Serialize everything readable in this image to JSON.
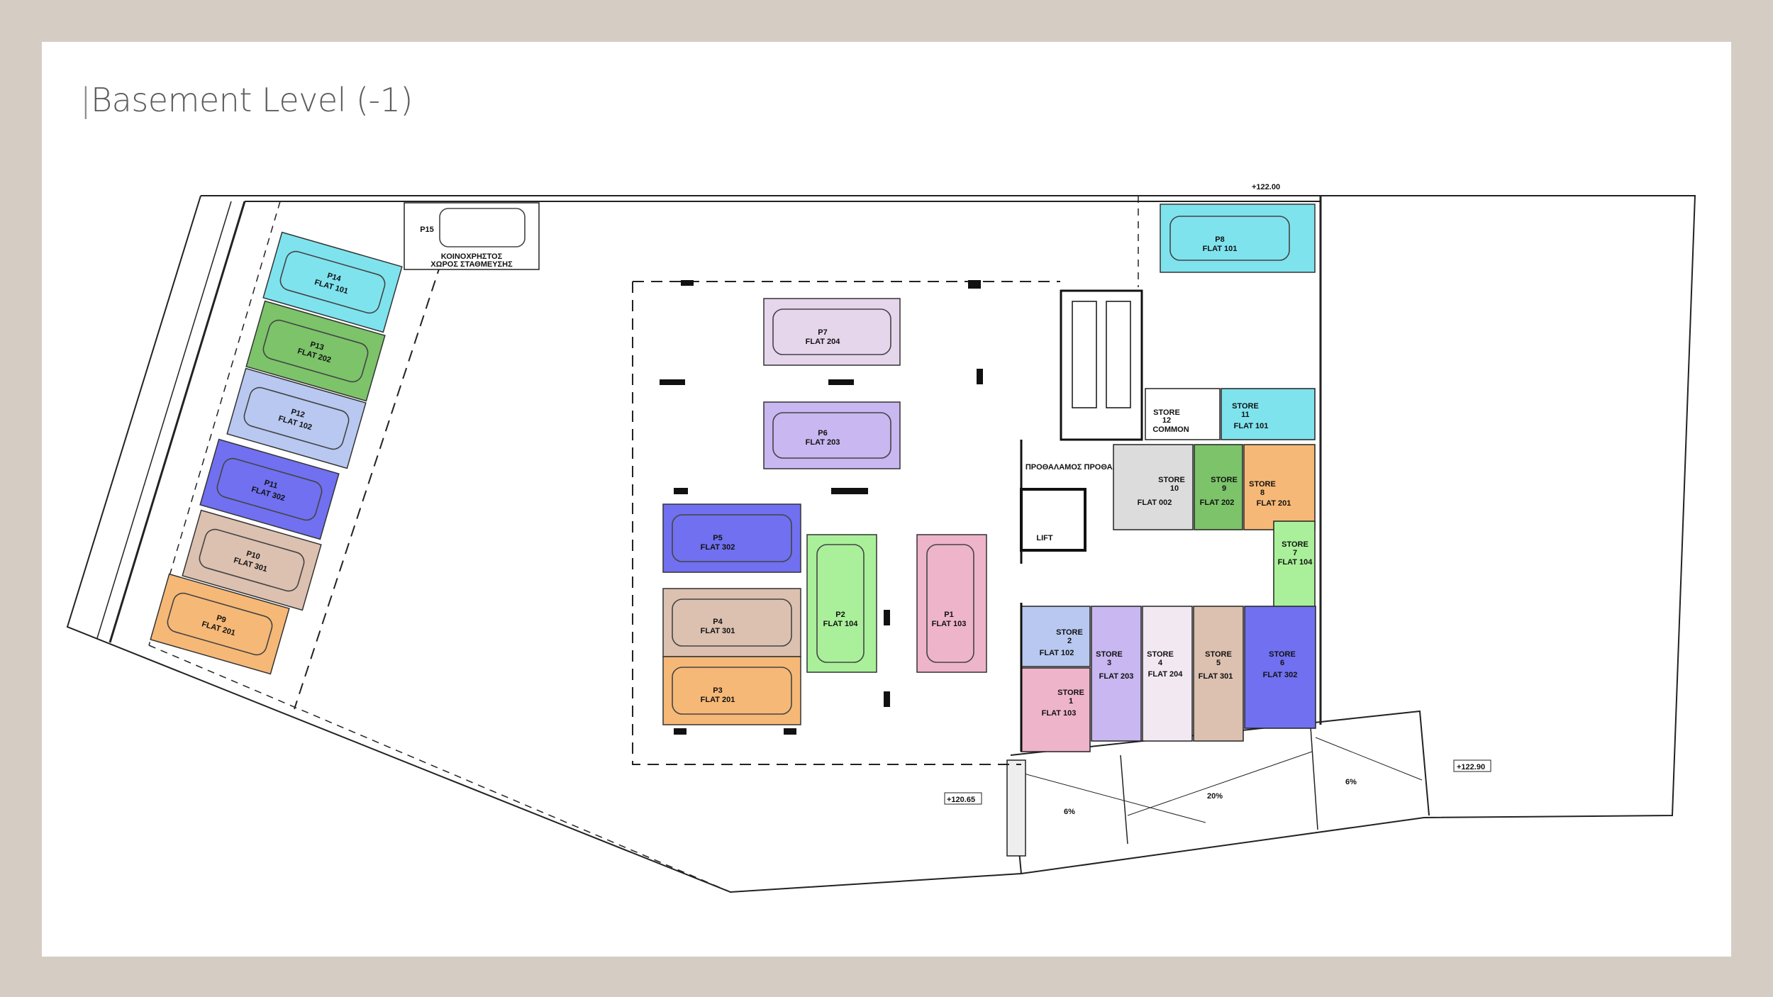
{
  "page": {
    "title": "Basement Level (-1)"
  },
  "colors": {
    "background": "#d5cdc3",
    "card": "#ffffff",
    "cyan": "#7fe3ee",
    "green": "#7cc36a",
    "lightblue": "#b8c8f0",
    "blue": "#7070f0",
    "tan": "#dcc0b0",
    "orange": "#f6b877",
    "lilac": "#e6d6ec",
    "purple": "#c8b7f0",
    "lightgreen": "#aaf09a",
    "pink": "#eeb4ca",
    "grey": "#dcdcdc"
  },
  "parking": [
    {
      "id": "P14",
      "owner": "FLAT 101"
    },
    {
      "id": "P13",
      "owner": "FLAT 202"
    },
    {
      "id": "P12",
      "owner": "FLAT 102"
    },
    {
      "id": "P11",
      "owner": "FLAT 302"
    },
    {
      "id": "P10",
      "owner": "FLAT 301"
    },
    {
      "id": "P9",
      "owner": "FLAT 201"
    },
    {
      "id": "P15",
      "owner": "ΚΟΙΝΟΧΡΗΣΤΟΣ",
      "owner2": "ΧΩΡΟΣ ΣΤΑΘΜΕΥΣΗΣ"
    },
    {
      "id": "P8",
      "owner": "FLAT 101"
    },
    {
      "id": "P7",
      "owner": "FLAT 204"
    },
    {
      "id": "P6",
      "owner": "FLAT 203"
    },
    {
      "id": "P5",
      "owner": "FLAT 302"
    },
    {
      "id": "P4",
      "owner": "FLAT 301"
    },
    {
      "id": "P3",
      "owner": "FLAT 201"
    },
    {
      "id": "P2",
      "owner": "FLAT 104"
    },
    {
      "id": "P1",
      "owner": "FLAT 103"
    }
  ],
  "stores": [
    {
      "name": "STORE",
      "num": "12",
      "owner": "COMMON"
    },
    {
      "name": "STORE",
      "num": "11",
      "owner": "FLAT 101"
    },
    {
      "name": "STORE",
      "num": "10",
      "owner": "FLAT 002"
    },
    {
      "name": "STORE",
      "num": "9",
      "owner": "FLAT 202"
    },
    {
      "name": "STORE",
      "num": "8",
      "owner": "FLAT 201"
    },
    {
      "name": "STORE",
      "num": "7",
      "owner": "FLAT 104"
    },
    {
      "name": "STORE",
      "num": "2",
      "owner": "FLAT 102"
    },
    {
      "name": "STORE",
      "num": "3",
      "owner": "FLAT 203"
    },
    {
      "name": "STORE",
      "num": "4",
      "owner": "FLAT 204"
    },
    {
      "name": "STORE",
      "num": "5",
      "owner": "FLAT 301"
    },
    {
      "name": "STORE",
      "num": "6",
      "owner": "FLAT 302"
    },
    {
      "name": "STORE",
      "num": "1",
      "owner": "FLAT 103"
    }
  ],
  "rooms": {
    "lift": "LIFT",
    "lobby": "ΠΡΟΘΑΛΑΜΟΣ ΠΡΟΘΑΛΑΜΟΣ"
  },
  "levels": {
    "top": "+122.00",
    "right": "+122.90",
    "bottom": "+120.65"
  },
  "ramps": {
    "a": "6%",
    "b": "20%",
    "c": "6%"
  }
}
